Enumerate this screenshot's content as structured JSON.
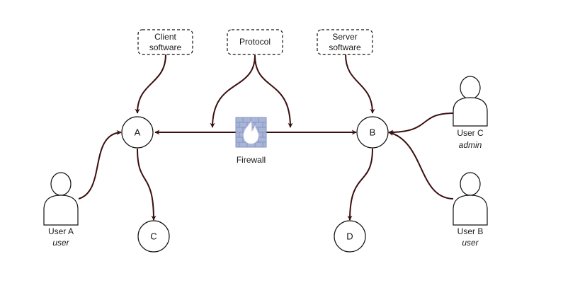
{
  "colors": {
    "edge": "#3b0f0f",
    "node_stroke": "#111111",
    "node_fill": "#ffffff",
    "firewall_fill": "#a9b5d6",
    "firewall_brick": "#8594c2",
    "flame": "#ffffff",
    "background": "#ffffff"
  },
  "notes": {
    "client": {
      "line1": "Client",
      "line2": "software"
    },
    "protocol": {
      "line1": "Protocol"
    },
    "server": {
      "line1": "Server",
      "line2": "software"
    }
  },
  "nodes": {
    "A": "A",
    "B": "B",
    "C": "C",
    "D": "D"
  },
  "firewall": {
    "label": "Firewall",
    "icon": "firewall-icon"
  },
  "users": {
    "user_a": {
      "name": "User A",
      "role": "user",
      "icon": "user-icon"
    },
    "user_b": {
      "name": "User B",
      "role": "user",
      "icon": "user-icon"
    },
    "user_c": {
      "name": "User C",
      "role": "admin",
      "icon": "user-icon"
    }
  }
}
